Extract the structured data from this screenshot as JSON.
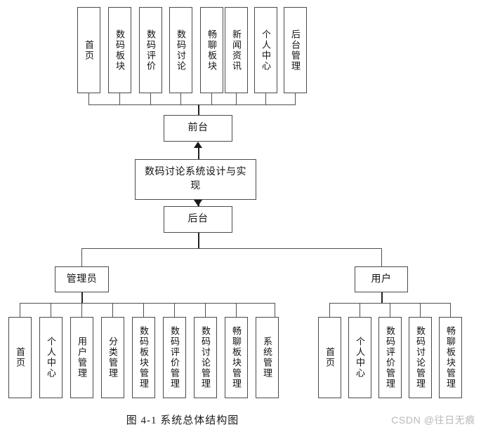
{
  "figure": {
    "caption": "图 4-1  系统总体结构图",
    "watermark": "CSDN @往日无痕"
  },
  "root": {
    "label": "数码讨论系统设计与实现"
  },
  "frontend": {
    "label": "前台",
    "items": [
      {
        "label": "首页"
      },
      {
        "label": "数码板块"
      },
      {
        "label": "数码评价"
      },
      {
        "label": "数码讨论"
      },
      {
        "label": "畅聊板块"
      },
      {
        "label": "新闻资讯"
      },
      {
        "label": "个人中心"
      },
      {
        "label": "后台管理"
      }
    ]
  },
  "backend": {
    "label": "后台",
    "roles": [
      {
        "label": "管理员",
        "items": [
          {
            "label": "首页"
          },
          {
            "label": "个人中心"
          },
          {
            "label": "用户管理"
          },
          {
            "label": "分类管理"
          },
          {
            "label": "数码板块管理"
          },
          {
            "label": "数码评价管理"
          },
          {
            "label": "数码讨论管理"
          },
          {
            "label": "畅聊板块管理"
          },
          {
            "label": "系统管理"
          }
        ]
      },
      {
        "label": "用户",
        "items": [
          {
            "label": "首页"
          },
          {
            "label": "个人中心"
          },
          {
            "label": "数码评价管理"
          },
          {
            "label": "数码讨论管理"
          },
          {
            "label": "畅聊板块管理"
          }
        ]
      }
    ]
  },
  "colors": {
    "stroke": "#4f4f4f",
    "stroke_strong": "#222222",
    "background": "#ffffff",
    "watermark": "#b9b9b9"
  }
}
